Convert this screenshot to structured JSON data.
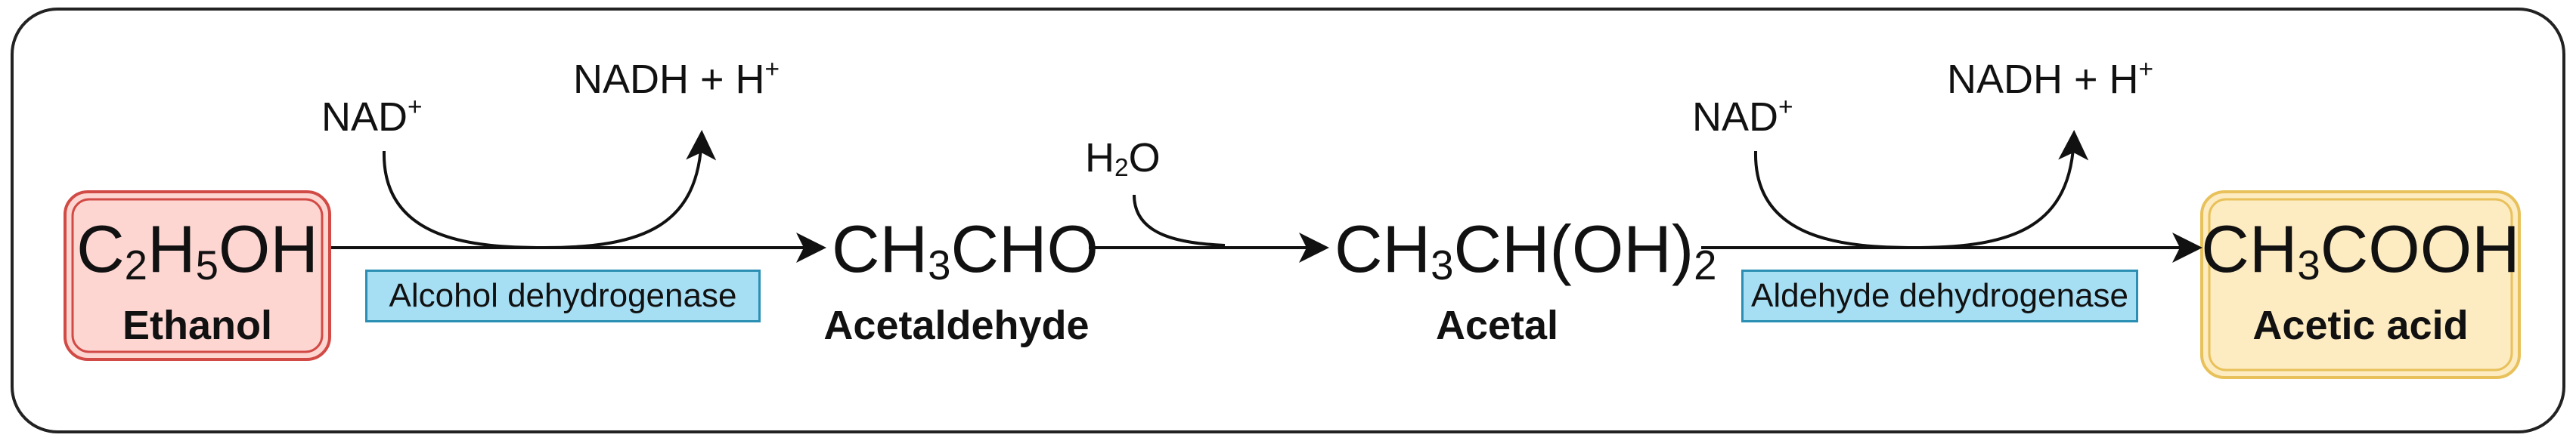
{
  "compounds": [
    {
      "id": "ethanol",
      "formula_html": "C<sub>2</sub>H<sub>5</sub>OH",
      "name": "Ethanol"
    },
    {
      "id": "acetaldehyde",
      "formula_html": "CH<sub>3</sub>CHO",
      "name": "Acetaldehyde"
    },
    {
      "id": "acetal",
      "formula_html": "CH<sub>3</sub>CH(OH)<sub>2</sub>",
      "name": "Acetal"
    },
    {
      "id": "acetic-acid",
      "formula_html": "CH<sub>3</sub>COOH",
      "name": "Acetic acid"
    }
  ],
  "enzymes": {
    "step1": "Alcohol dehydrogenase",
    "step3": "Aldehyde dehydrogenase"
  },
  "cofactors": {
    "nad_html": "NAD<sup>+</sup>",
    "nadh_html": "NADH + H<sup>+</sup>",
    "water_html": "H<sub>2</sub>O"
  },
  "colors": {
    "ethanol_fill": "#fdd6d2",
    "ethanol_border": "#d24a45",
    "acetic_fill": "#fdebc2",
    "acetic_border": "#e8c15a",
    "enzyme_fill": "#a6def3",
    "enzyme_border": "#2b8fb3"
  }
}
